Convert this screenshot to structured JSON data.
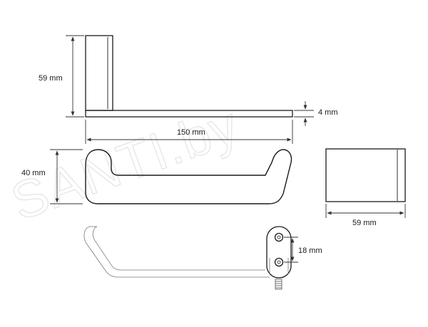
{
  "watermark": {
    "text": "SANTI.by"
  },
  "dimensions": {
    "side_height": "59 mm",
    "base_thickness": "4 mm",
    "total_length": "150 mm",
    "front_height": "40 mm",
    "end_width": "59 mm",
    "mount_spacing": "18 mm"
  },
  "colors": {
    "line": "#1a1a1a",
    "dim_line": "#333333",
    "hidden_line": "#888888",
    "watermark": "#e7e7e7"
  }
}
